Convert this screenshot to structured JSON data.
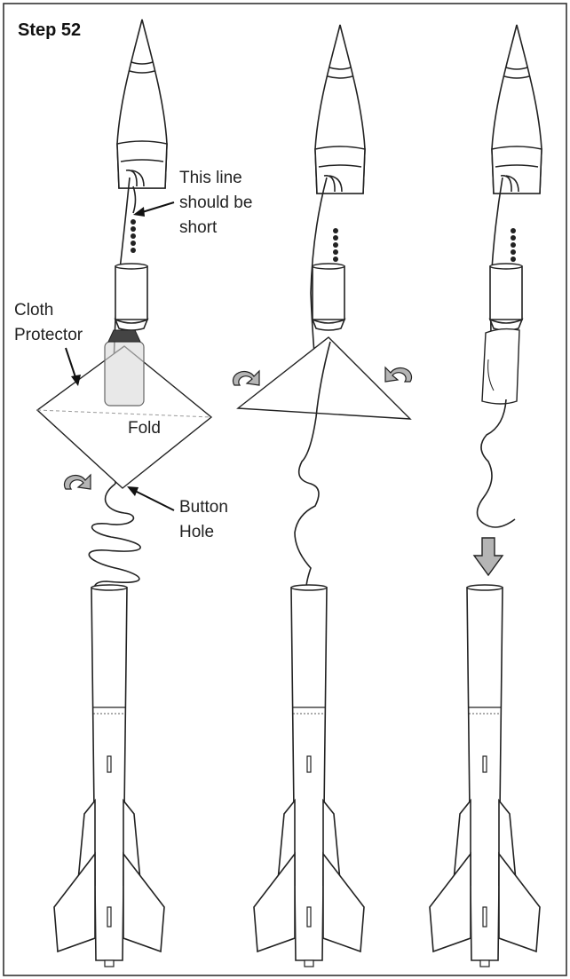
{
  "title": "Step 52",
  "labels": {
    "line_short_1": "This line",
    "line_short_2": "should be",
    "line_short_3": "short",
    "cloth_1": "Cloth",
    "cloth_2": "Protector",
    "fold": "Fold",
    "button_1": "Button",
    "button_2": "Hole"
  },
  "colors": {
    "ink": "#222222",
    "arrow_fill": "#b5b5b5",
    "parachute_tint": "#d9d9d9"
  },
  "icons": [
    "rotate-arrow-icon",
    "down-arrow-icon"
  ]
}
